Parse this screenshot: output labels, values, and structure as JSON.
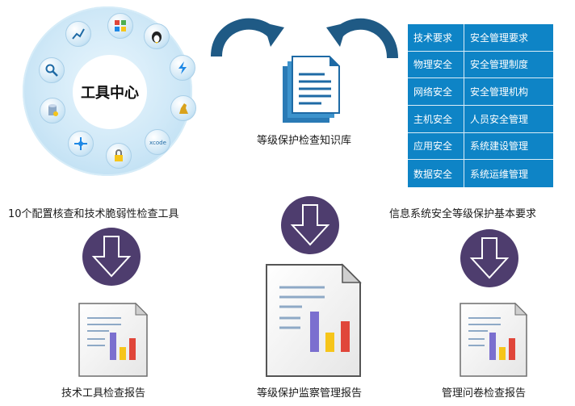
{
  "tool_center": {
    "title": "工具中心",
    "icons": [
      "chart-icon",
      "windows-icon",
      "linux-icon",
      "power-icon",
      "horse-icon",
      "xcode-icon",
      "lock-icon",
      "network-icon",
      "database-icon",
      "magnifier-icon"
    ]
  },
  "knowledge_base": {
    "label": "等级保护检查知识库"
  },
  "requirements": [
    {
      "left": "技术要求",
      "right": "安全管理要求"
    },
    {
      "left": "物理安全",
      "right": "安全管理制度"
    },
    {
      "left": "网络安全",
      "right": "安全管理机构"
    },
    {
      "left": "主机安全",
      "right": "人员安全管理"
    },
    {
      "left": "应用安全",
      "right": "系统建设管理"
    },
    {
      "left": "数据安全",
      "right": "系统运维管理"
    }
  ],
  "captions": {
    "tools": "10个配置核查和技术脆弱性检查工具",
    "basic_requirements": "信息系统安全等级保护基本要求"
  },
  "reports": {
    "technical": "技术工具检查报告",
    "supervision": "等级保护监察管理报告",
    "questionnaire": "管理问卷检查报告"
  },
  "colors": {
    "grid_blue": "#0e84c6",
    "arrow_blue": "#1f5a85",
    "down_arrow_circle": "#4e3d6e",
    "bar_purple": "#7b6fcf",
    "bar_yellow": "#f6c51a",
    "bar_red": "#e0463a"
  }
}
